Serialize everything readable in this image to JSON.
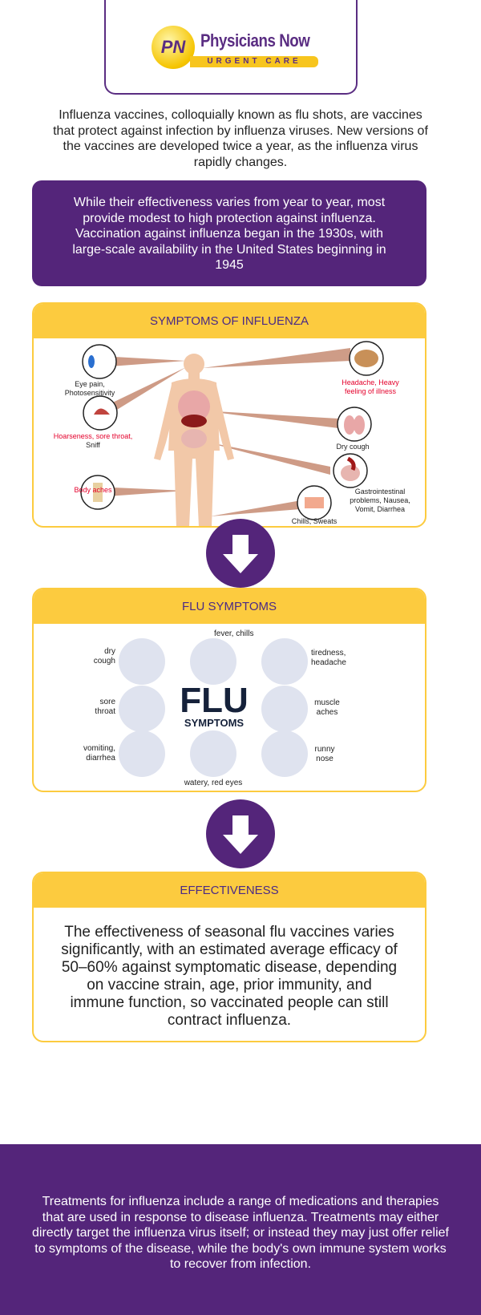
{
  "logo": {
    "monogram": "PN",
    "name": "Physicians Now",
    "tagline": "URGENT CARE"
  },
  "intro": "Influenza vaccines, colloquially known as flu shots, are vaccines that protect against infection by influenza viruses. New versions of the vaccines are developed twice a year, as the influenza virus rapidly changes.",
  "highlight": "While their effectiveness varies from year to year, most provide modest to high protection against influenza. Vaccination against influenza began in the 1930s, with large-scale availability in the United States beginning in 1945",
  "symptoms_of_influenza": {
    "title": "SYMPTOMS OF INFLUENZA",
    "labels": {
      "eye": "Eye pain, Photosensitivity",
      "throat_red": "Hoarseness, sore throat,",
      "throat": "Sniff",
      "body": "Body aches",
      "head": "Headache, Heavy feeling of illness",
      "lungs": "Dry cough",
      "gi": "Gastrointestinal problems, Nausea, Vomit, Diarrhea",
      "skin": "Chills, Sweats"
    }
  },
  "flu_symptoms": {
    "title": "FLU SYMPTOMS",
    "center_big": "FLU",
    "center_small": "SYMPTOMS",
    "items": {
      "fever": "fever, chills",
      "dry_cough": "dry cough",
      "tiredness": "tiredness, headache",
      "sore_throat": "sore throat",
      "muscle": "muscle aches",
      "vomiting": "vomiting, diarrhea",
      "eyes": "watery, red eyes",
      "runny": "runny nose"
    }
  },
  "effectiveness": {
    "title": "EFFECTIVENESS",
    "text": "The effectiveness of seasonal flu vaccines varies significantly, with an estimated average efficacy of 50–60% against symptomatic disease, depending on vaccine strain, age, prior immunity, and immune function, so vaccinated people can still contract influenza."
  },
  "treatments": "Treatments for influenza include a range of medications and therapies that are used in response to disease influenza. Treatments may either directly target the influenza virus itself; or instead they may just offer relief to symptoms of the disease, while the body's own immune system works to recover from infection.",
  "colors": {
    "purple": "#54257a",
    "yellow": "#fccb3f",
    "red_label": "#e4002b"
  }
}
